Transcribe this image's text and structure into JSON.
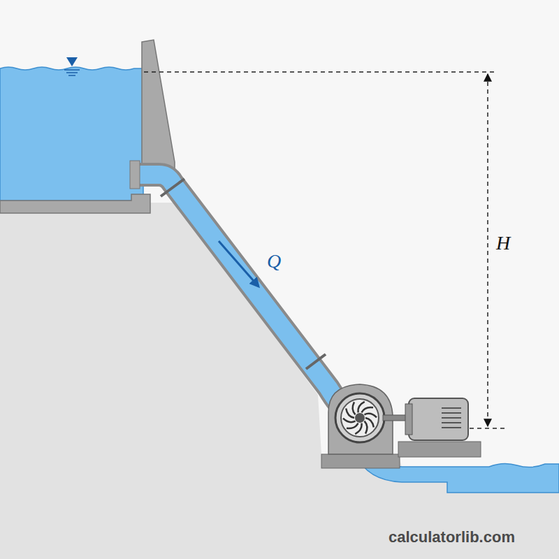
{
  "diagram": {
    "labels": [
      "Q",
      "H",
      "calculatorlib.com"
    ]
  }
}
